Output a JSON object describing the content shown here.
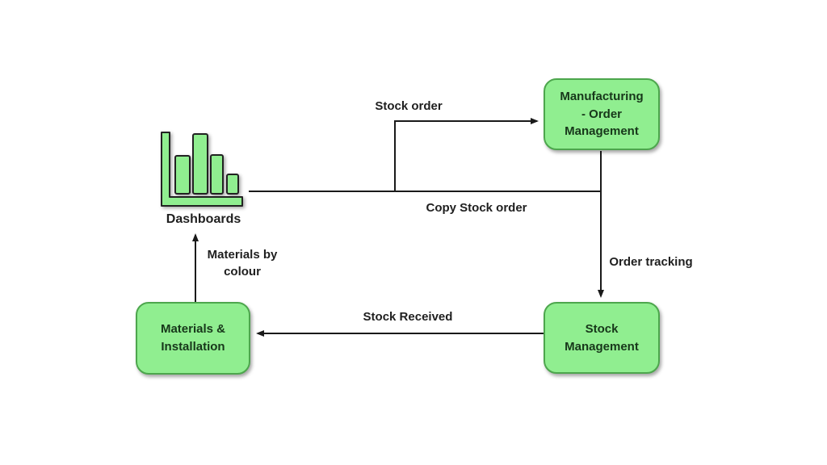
{
  "colors": {
    "node-fill": "#90ee90",
    "node-border": "#4da64d",
    "node-text": "#17371a",
    "line-color": "#1a1a1a",
    "label-text": "#1f1f1f",
    "background": "#ffffff"
  },
  "diagram": {
    "nodes": {
      "dashboards": {
        "label": "Dashboards"
      },
      "manufacturing": {
        "label": "Manufacturing\n- Order\nManagement"
      },
      "stock_management": {
        "label": "Stock\nManagement"
      },
      "materials_installation": {
        "label": "Materials &\nInstallation"
      }
    },
    "edges": {
      "stock_order": {
        "label": "Stock order",
        "from": "Dashboards",
        "to": "Manufacturing - Order Management"
      },
      "copy_stock_order": {
        "label": "Copy Stock order",
        "from": "Dashboards",
        "to": "Stock Management"
      },
      "order_tracking": {
        "label": "Order tracking",
        "from": "Manufacturing - Order Management",
        "to": "Stock Management"
      },
      "stock_received": {
        "label": "Stock Received",
        "from": "Stock Management",
        "to": "Materials & Installation"
      },
      "materials_by_colour": {
        "label": "Materials by\ncolour",
        "from": "Materials & Installation",
        "to": "Dashboards"
      }
    },
    "icons": {
      "dashboards_icon": "bar-chart-icon"
    }
  }
}
